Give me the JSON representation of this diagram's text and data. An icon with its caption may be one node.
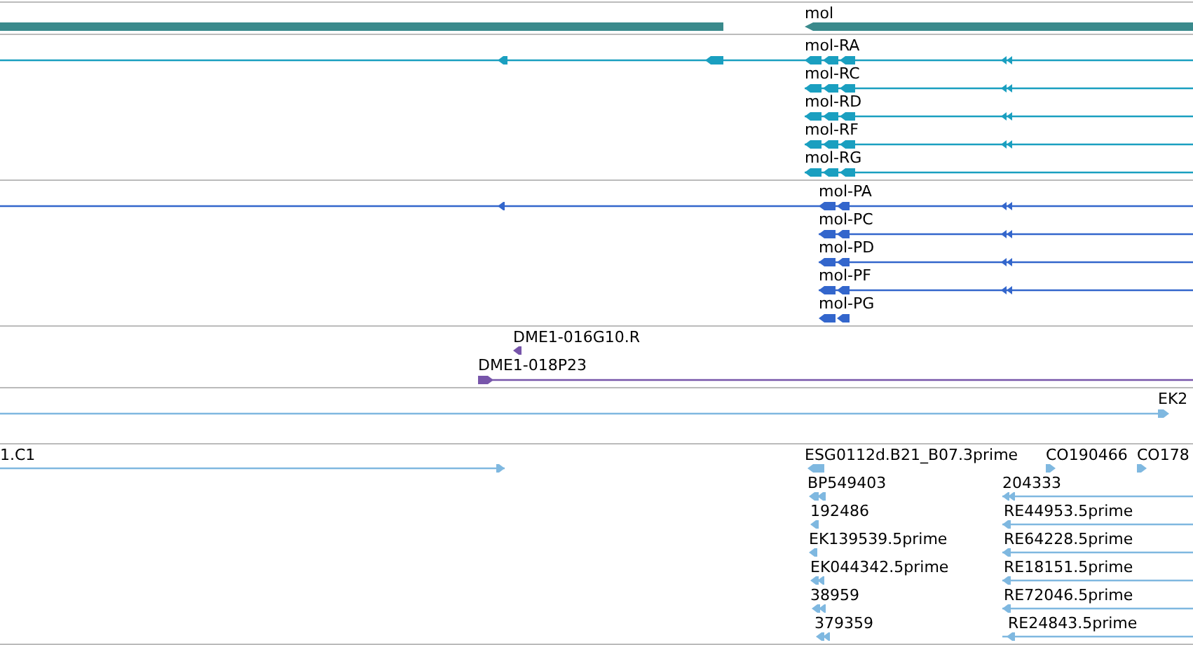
{
  "diagram": {
    "labels": [
      "mol",
      "mol-RA",
      "mol-RC",
      "mol-RD",
      "mol-RF",
      "mol-RG",
      "mol-PA",
      "mol-PC",
      "mol-PD",
      "mol-PF",
      "mol-PG",
      "DME1-016G10.R",
      "DME1-018P23",
      "EK2",
      "1.C1",
      "ESG0112d.B21_B07.3prime",
      "CO190466",
      "CO178",
      "BP549403",
      "204333",
      "192486",
      "RE44953.5prime",
      "EK139539.5prime",
      "RE64228.5prime",
      "EK044342.5prime",
      "RE18151.5prime",
      "38959",
      "RE72046.5prime",
      "379359",
      "RE24843.5prime"
    ]
  }
}
